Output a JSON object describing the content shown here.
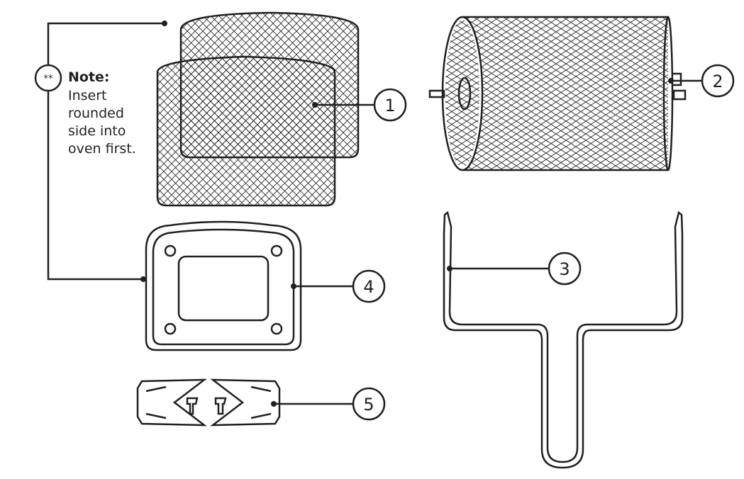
{
  "note": {
    "marker": "**",
    "title": "Note:",
    "lines": [
      "Insert",
      "rounded",
      "side into",
      "oven first."
    ]
  },
  "callouts": [
    "1",
    "2",
    "3",
    "4",
    "5"
  ],
  "colors": {
    "ink": "#231f20",
    "background": "#ffffff"
  }
}
